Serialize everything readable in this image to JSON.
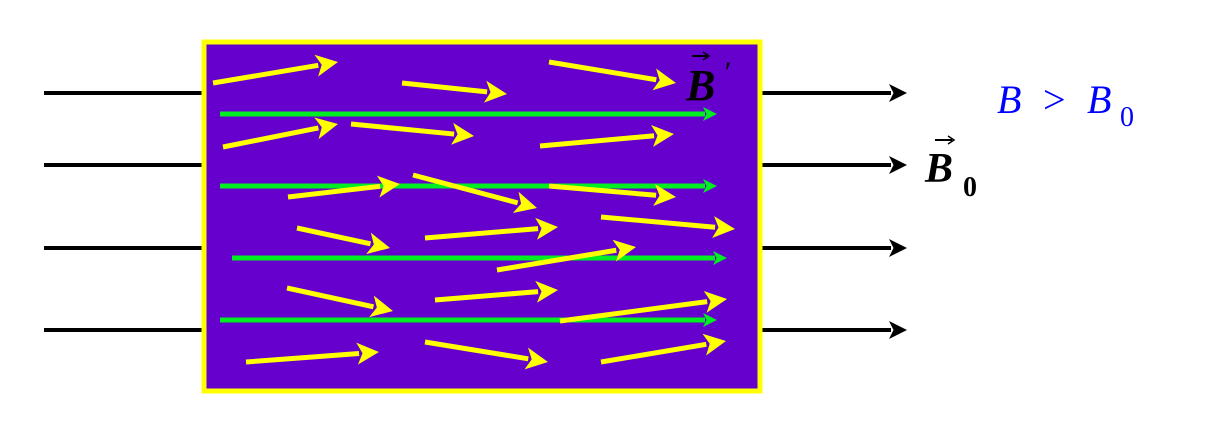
{
  "colors": {
    "box_fill": "#6600cc",
    "box_border": "#ffff00",
    "induced_arrows": "#ffff00",
    "net_field_arrows": "#00ee22",
    "external_field": "#000000",
    "relation_text": "#0000ff"
  },
  "labels": {
    "b_prime": "B",
    "b_prime_mark": "′",
    "b0": "B",
    "b0_sub": "0",
    "relation": {
      "b": "B",
      "op": ">",
      "b0": "B",
      "b0_sub": "0"
    }
  }
}
